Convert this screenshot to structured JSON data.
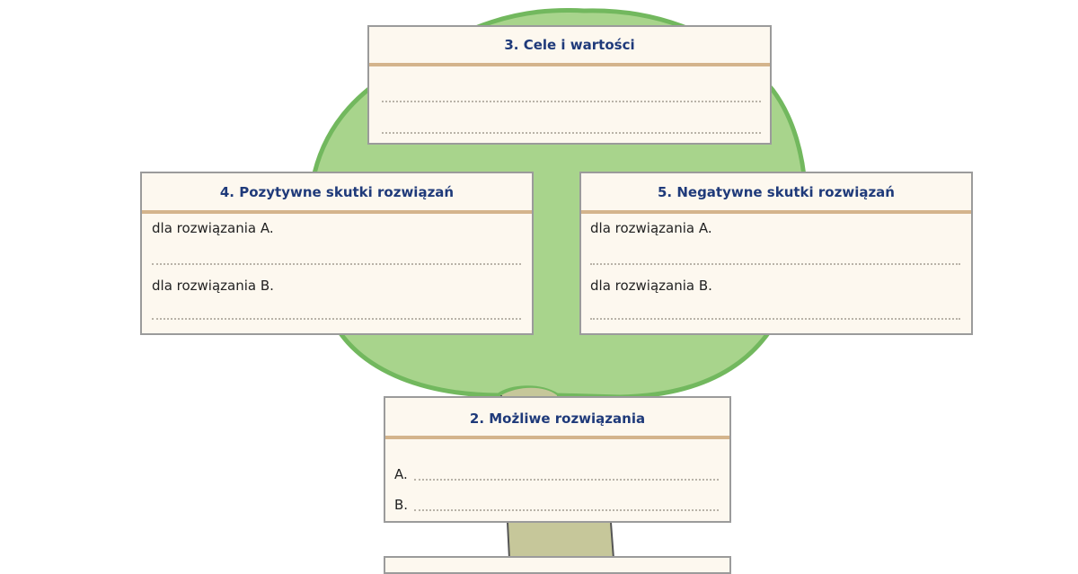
{
  "colors": {
    "crown_fill": "#a8d48c",
    "crown_stroke": "#72b85e",
    "trunk_fill": "#c6c79a",
    "trunk_stroke": "#555555",
    "box_fill": "#fdf8ef",
    "box_border": "#9b9b9b",
    "title_rule": "#d4b48c",
    "title_text": "#1f3a7a"
  },
  "boxes": {
    "goals": {
      "title": "3. Cele i wartości"
    },
    "positive": {
      "title": "4. Pozytywne skutki rozwiązań",
      "solution_a_label": "dla rozwiązania A.",
      "solution_b_label": "dla rozwiązania B."
    },
    "negative": {
      "title": "5. Negatywne skutki rozwiązań",
      "solution_a_label": "dla rozwiązania A.",
      "solution_b_label": "dla rozwiązania B."
    },
    "solutions": {
      "title": "2. Możliwe rozwiązania",
      "option_a_label": "A.",
      "option_b_label": "B."
    }
  }
}
